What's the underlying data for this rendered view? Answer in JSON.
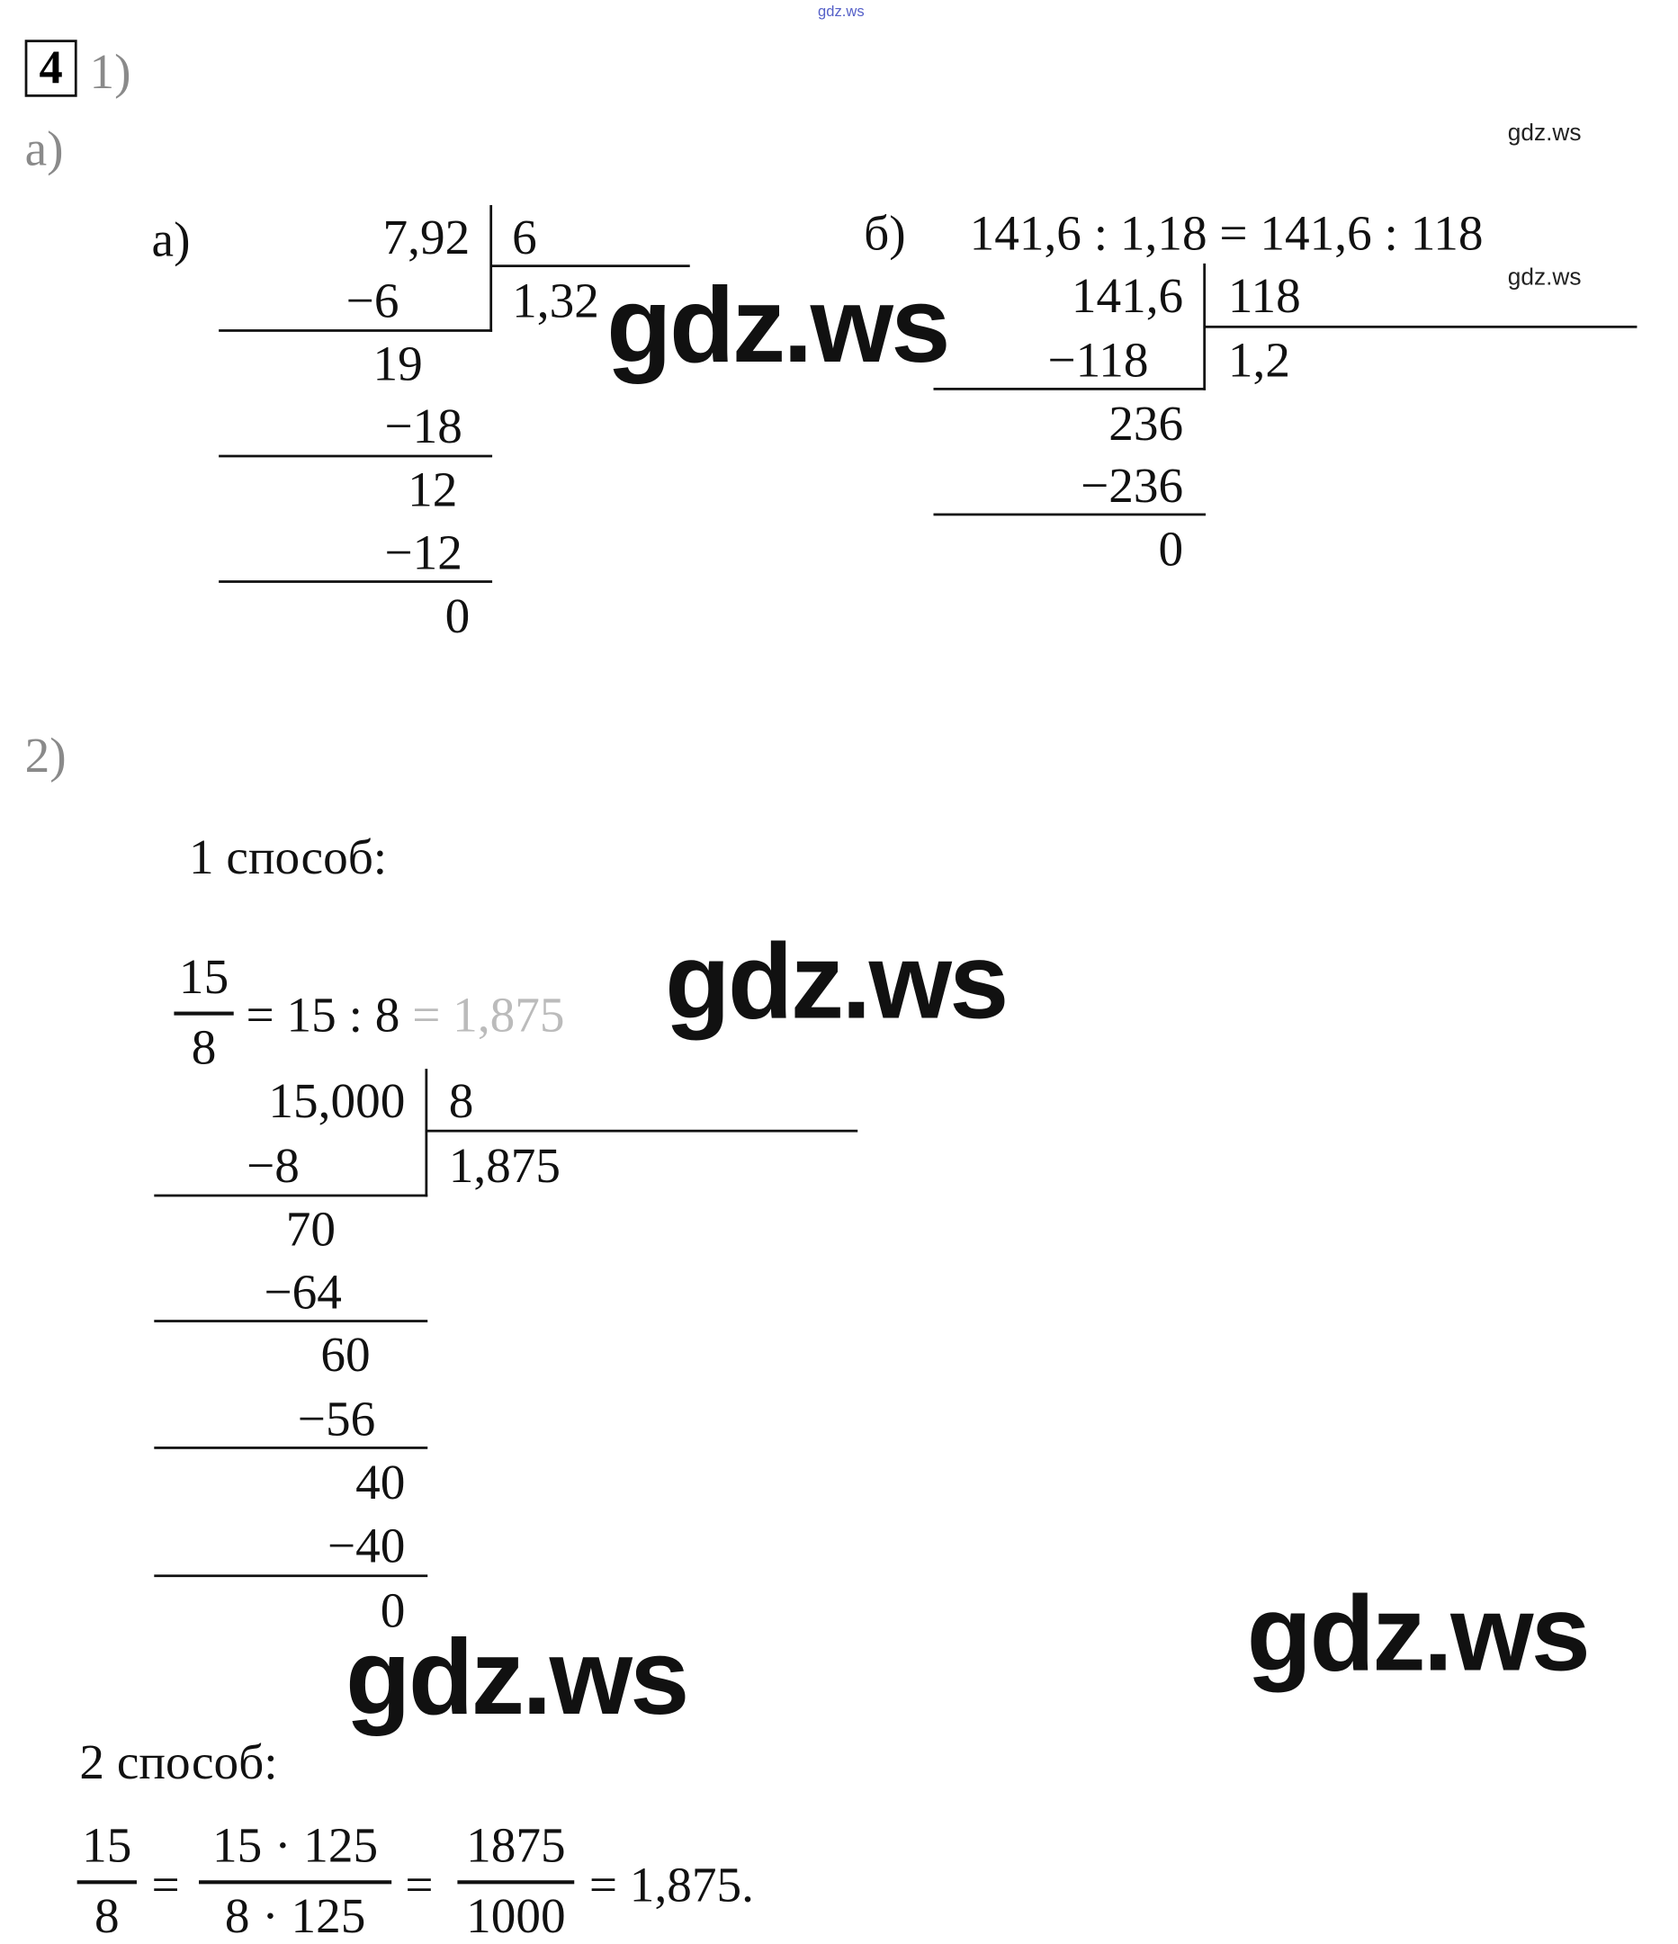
{
  "watermarks": {
    "top": "gdz.ws",
    "small": "gdz.ws",
    "large": "gdz.ws"
  },
  "header": {
    "task_number": "4",
    "part1": "1)",
    "sub_a": "а)"
  },
  "part_a": {
    "label": "а)",
    "dividend": "7,92",
    "divisor": "6",
    "quotient": "1,32",
    "steps": [
      "−6",
      "19",
      "−18",
      "12",
      "−12",
      "0"
    ]
  },
  "part_b": {
    "label": "б)",
    "equation": "141,6 : 1,18 = 141,6 : 118",
    "dividend": "141,6",
    "divisor": "118",
    "quotient": "1,2",
    "steps": [
      "−118",
      "236",
      "−236",
      "0"
    ]
  },
  "part2": {
    "label": "2)",
    "method1": {
      "title": "1 способ:",
      "frac_num": "15",
      "frac_den": "8",
      "eq_main": "= 15 :  8 ",
      "eq_faded": "= 1,875",
      "dividend": "15,000",
      "divisor": "8",
      "quotient": "1,875",
      "steps": [
        "−8",
        "70",
        "−64",
        "60",
        "−56",
        "40",
        "−40",
        "0"
      ]
    },
    "method2": {
      "title": "2 способ:",
      "f1_num": "15",
      "f1_den": "8",
      "eq1": "=",
      "f2_num": "15 · 125",
      "f2_den": "8 · 125",
      "eq2": "=",
      "f3_num": "1875",
      "f3_den": "1000",
      "result": "= 1,875."
    }
  }
}
